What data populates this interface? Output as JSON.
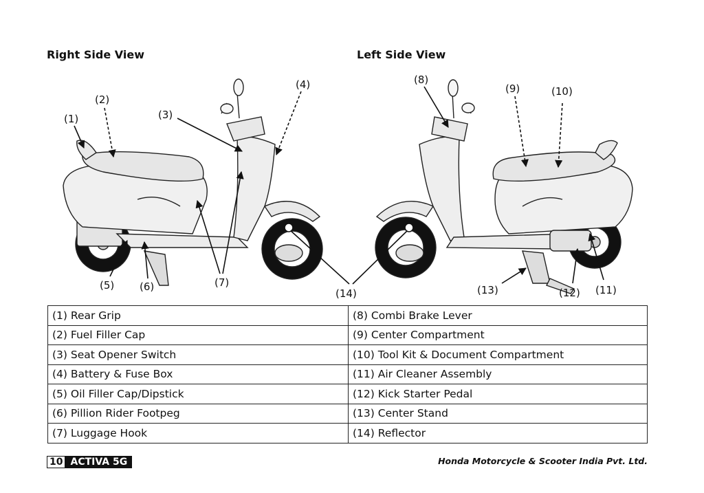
{
  "titles": {
    "right_view": "Right Side View",
    "left_view": "Left Side View"
  },
  "callouts": {
    "c1": "(1)",
    "c2": "(2)",
    "c3": "(3)",
    "c4": "(4)",
    "c5": "(5)",
    "c6": "(6)",
    "c7": "(7)",
    "c8": "(8)",
    "c9": "(9)",
    "c10": "(10)",
    "c11": "(11)",
    "c12": "(12)",
    "c13": "(13)",
    "c14": "(14)"
  },
  "legend": {
    "rows": [
      {
        "left": "(1) Rear Grip",
        "right": "(8) Combi Brake Lever"
      },
      {
        "left": "(2) Fuel Filler Cap",
        "right": "(9) Center Compartment"
      },
      {
        "left": "(3) Seat Opener Switch",
        "right": "(10) Tool Kit & Document Compartment"
      },
      {
        "left": "(4) Battery & Fuse Box",
        "right": "(11) Air Cleaner Assembly"
      },
      {
        "left": "(5) Oil Filler Cap/Dipstick",
        "right": "(12) Kick Starter Pedal"
      },
      {
        "left": "(6) Pillion Rider Footpeg",
        "right": "(13) Center Stand"
      },
      {
        "left": "(7) Luggage Hook",
        "right": "(14) Reflector"
      }
    ]
  },
  "footer": {
    "page_number": "10",
    "model": "ACTIVA 5G",
    "company": "Honda Motorcycle & Scooter India Pvt. Ltd."
  }
}
